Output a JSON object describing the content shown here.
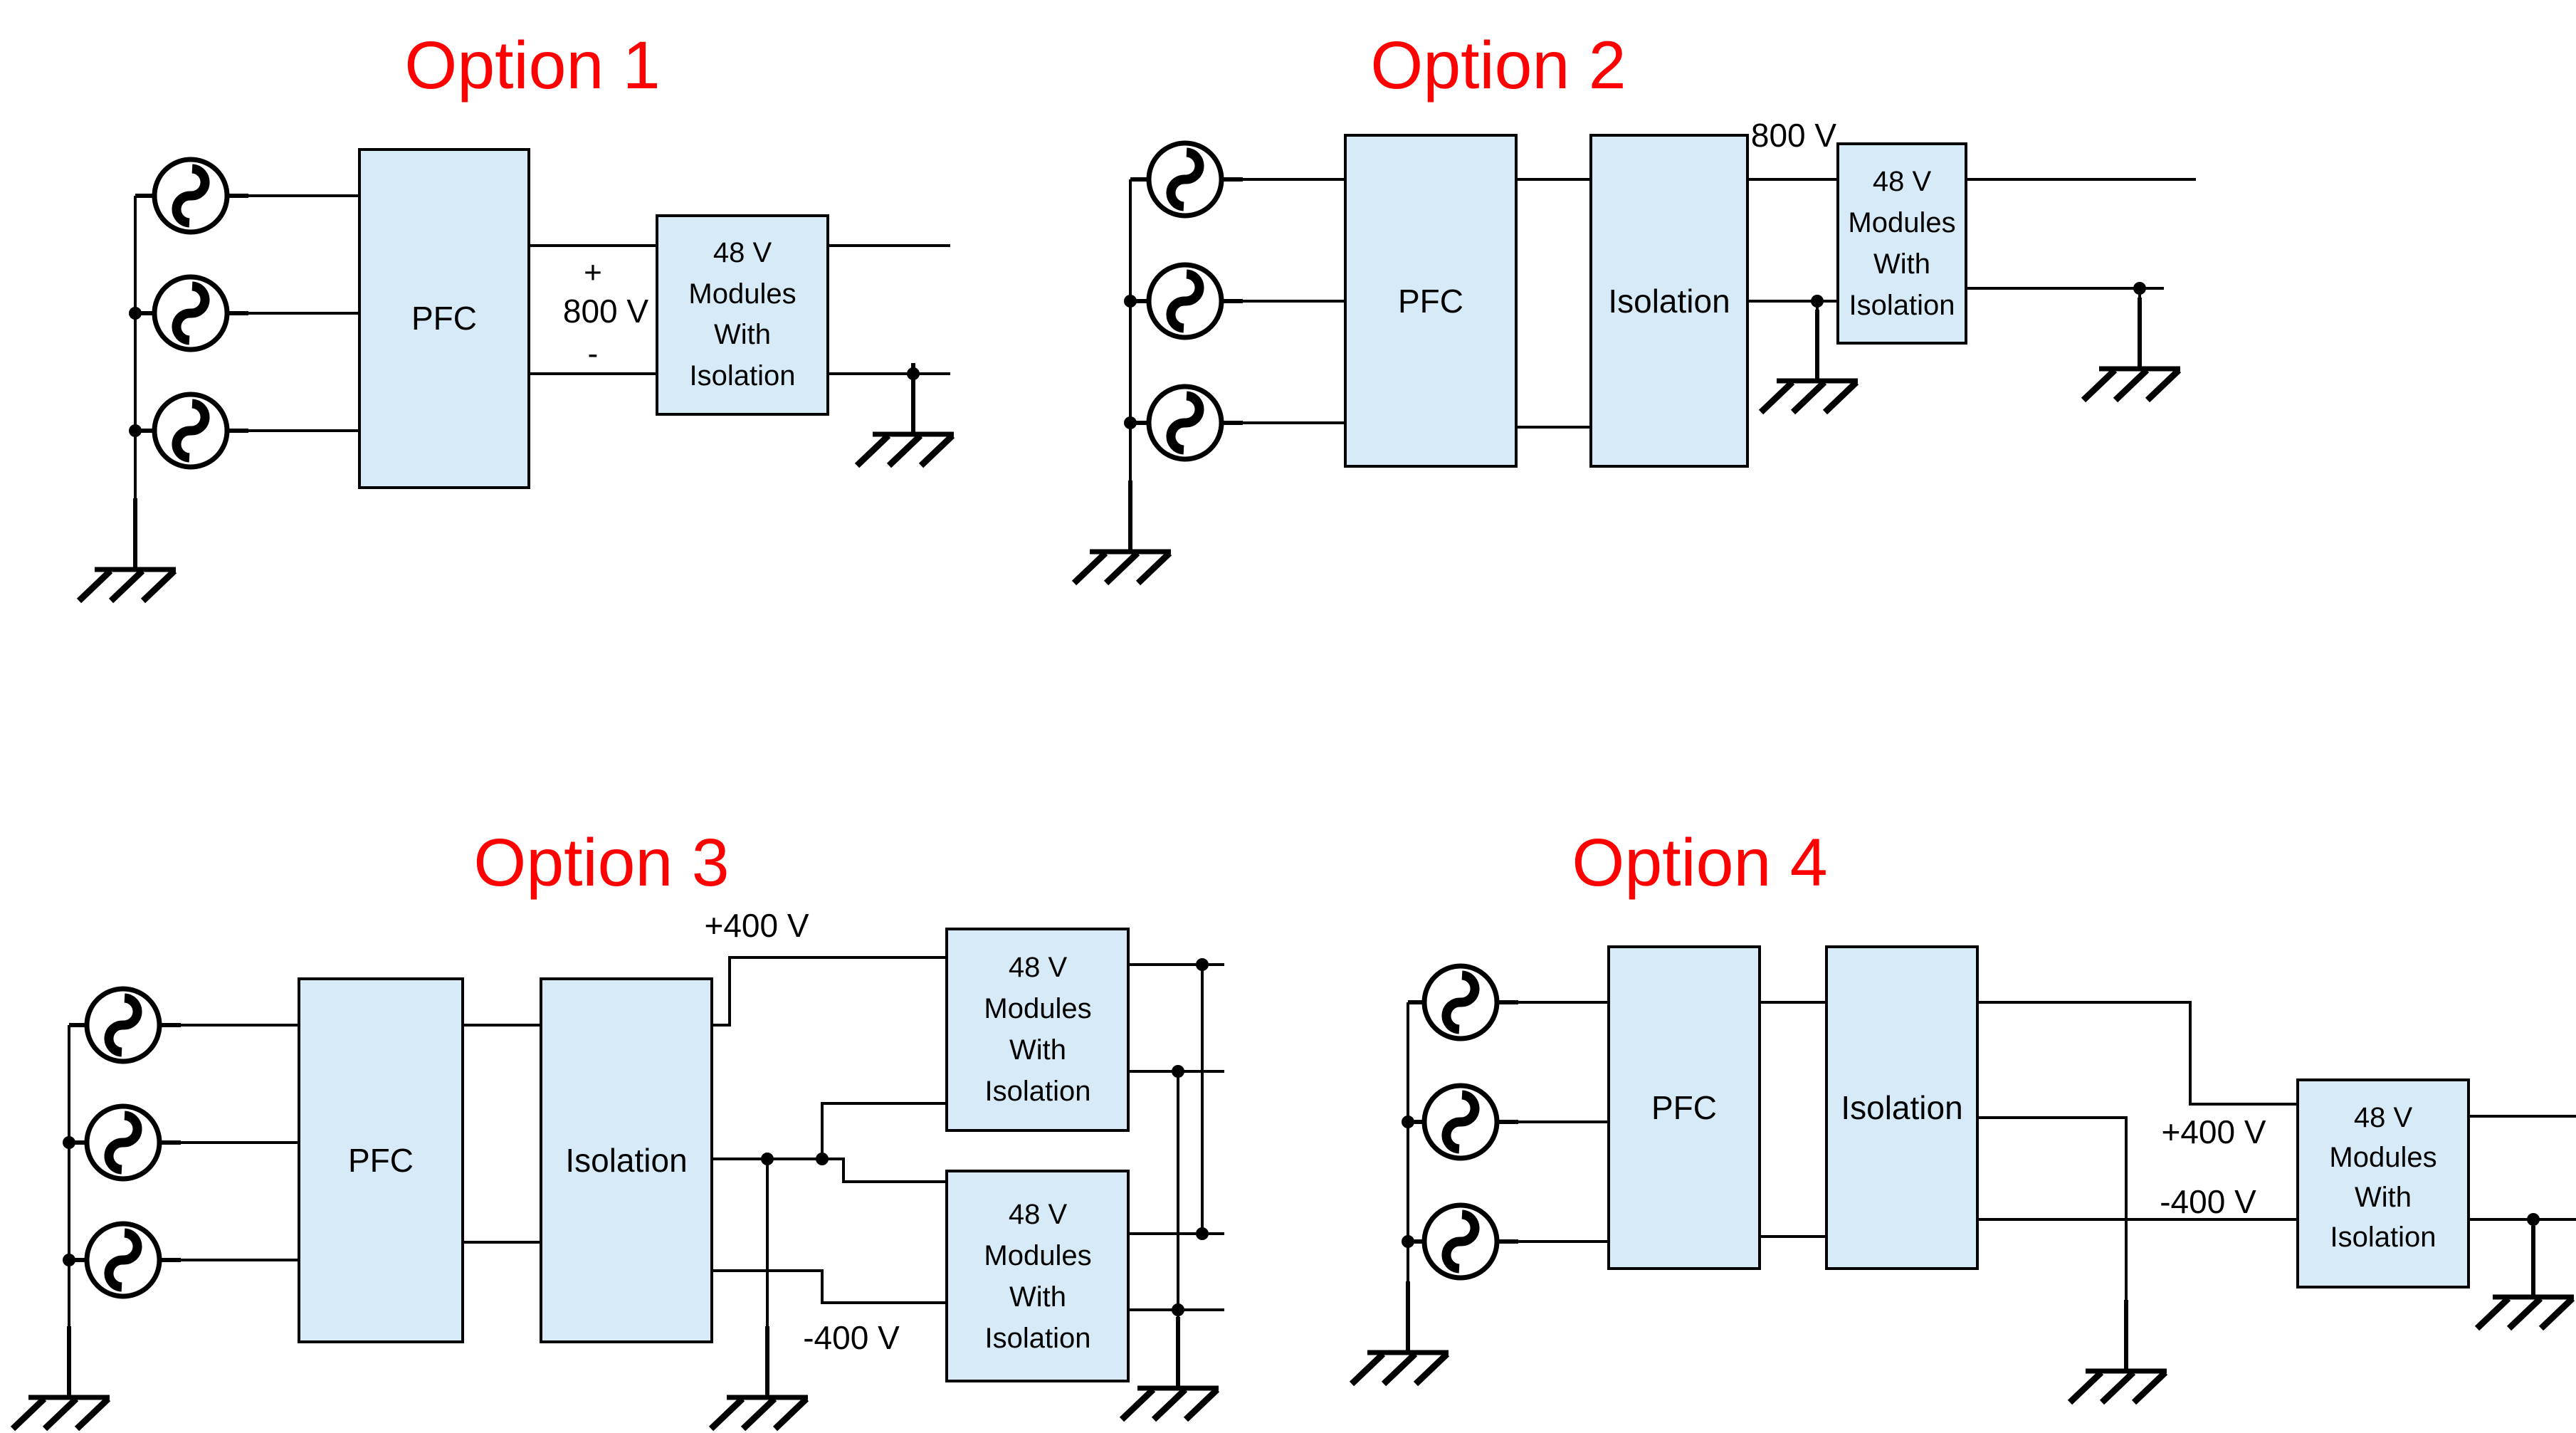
{
  "page": {
    "background": "#FFFFFF"
  },
  "diagram": {
    "accent_color": "#FF0000",
    "block_fill": "#D6EBF7",
    "wire_color": "#000000",
    "options": [
      {
        "title": "Option 1",
        "blocks": {
          "pfc": "PFC",
          "modules": [
            "48 V",
            "Modules",
            "With",
            "Isolation"
          ]
        },
        "labels": {
          "plus": "+",
          "bus_voltage": "800 V",
          "minus": "-"
        }
      },
      {
        "title": "Option 2",
        "blocks": {
          "pfc": "PFC",
          "isolation": "Isolation",
          "modules": [
            "48 V",
            "Modules",
            "With",
            "Isolation"
          ]
        },
        "labels": {
          "bus_voltage": "800 V"
        }
      },
      {
        "title": "Option 3",
        "blocks": {
          "pfc": "PFC",
          "isolation": "Isolation",
          "modules_top": [
            "48 V",
            "Modules",
            "With",
            "Isolation"
          ],
          "modules_bottom": [
            "48 V",
            "Modules",
            "With",
            "Isolation"
          ]
        },
        "labels": {
          "positive_rail": "+400 V",
          "negative_rail": "-400 V"
        }
      },
      {
        "title": "Option 4",
        "blocks": {
          "pfc": "PFC",
          "isolation": "Isolation",
          "modules": [
            "48 V",
            "Modules",
            "With",
            "Isolation"
          ]
        },
        "labels": {
          "positive_rail": "+400 V",
          "negative_rail": "-400 V"
        }
      }
    ]
  }
}
